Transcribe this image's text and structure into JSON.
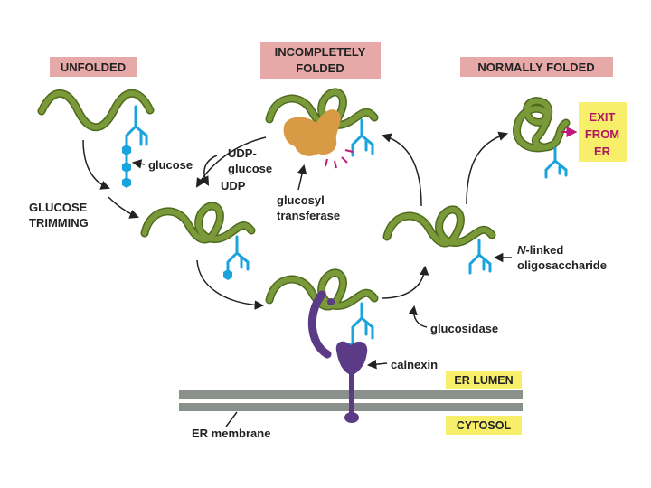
{
  "stages": {
    "unfolded": "UNFOLDED",
    "incompletely_1": "INCOMPLETELY",
    "incompletely_2": "FOLDED",
    "normally_folded": "NORMALLY FOLDED"
  },
  "exit": {
    "line1": "EXIT",
    "line2": "FROM",
    "line3": "ER"
  },
  "labels": {
    "glucose": "glucose",
    "udp_glucose_1": "UDP-",
    "udp_glucose_2": "glucose",
    "udp": "UDP",
    "glucosyl_1": "glucosyl",
    "glucosyl_2": "transferase",
    "trimming_1": "GLUCOSE",
    "trimming_2": "TRIMMING",
    "n_linked_italic": "N",
    "n_linked_rest": "-linked",
    "oligo": "oligosaccharide",
    "glucosidase": "glucosidase",
    "calnexin": "calnexin",
    "er_lumen": "ER LUMEN",
    "cytosol": "CYTOSOL",
    "er_membrane": "ER membrane"
  },
  "colors": {
    "protein": "#7a9a3a",
    "protein_dark": "#4f6a1e",
    "glycan": "#1aa3dd",
    "calnexin": "#5b3a86",
    "transferase": "#d99a45",
    "membrane": "#8a918a",
    "label_box_pink": "#e6a9a8",
    "label_box_yellow": "#f7ef6a",
    "exit_arrow": "#c2187a"
  }
}
